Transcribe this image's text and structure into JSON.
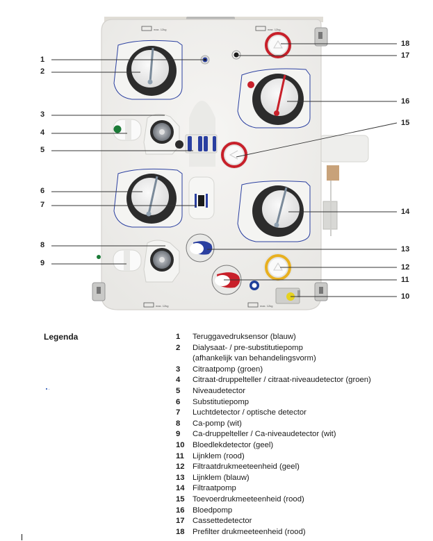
{
  "figure": {
    "description": "Front panel of a dialysis cassette device with numbered callouts",
    "panel_label": "max. 12kg",
    "callouts_left": [
      {
        "num": "1"
      },
      {
        "num": "2"
      },
      {
        "num": "3"
      },
      {
        "num": "4"
      },
      {
        "num": "5"
      },
      {
        "num": "6"
      },
      {
        "num": "7"
      },
      {
        "num": "8"
      },
      {
        "num": "9"
      }
    ],
    "callouts_right": [
      {
        "num": "18"
      },
      {
        "num": "17"
      },
      {
        "num": "16"
      },
      {
        "num": "15"
      },
      {
        "num": "14"
      },
      {
        "num": "13"
      },
      {
        "num": "12"
      },
      {
        "num": "11"
      },
      {
        "num": "10"
      }
    ],
    "colors": {
      "panel": "#f1f0ee",
      "blue": "#2a3fa0",
      "red": "#c8202a",
      "yellow": "#e8b020",
      "green": "#1a7a36",
      "pump_dark": "#2c2c2c"
    }
  },
  "legend": {
    "title": "Legenda",
    "items": [
      {
        "num": "1",
        "text": "Teruggavedruksensor (blauw)"
      },
      {
        "num": "2",
        "text": "Dialysaat- / pre-substitutiepomp"
      },
      {
        "num": "",
        "text": "(afhankelijk van behandelingsvorm)"
      },
      {
        "num": "3",
        "text": "Citraatpomp (groen)"
      },
      {
        "num": "4",
        "text": "Citraat-druppelteller / citraat-niveaudetector (groen)"
      },
      {
        "num": "5",
        "text": "Niveaudetector"
      },
      {
        "num": "6",
        "text": "Substitutiepomp"
      },
      {
        "num": "7",
        "text": "Luchtdetector / optische detector"
      },
      {
        "num": "8",
        "text": "Ca-pomp (wit)"
      },
      {
        "num": "9",
        "text": "Ca-druppelteller / Ca-niveaudetector (wit)"
      },
      {
        "num": "10",
        "text": "Bloedlekdetector (geel)"
      },
      {
        "num": "11",
        "text": "Lijnklem (rood)"
      },
      {
        "num": "12",
        "text": "Filtraatdrukmeeteenheid (geel)"
      },
      {
        "num": "13",
        "text": "Lijnklem (blauw)"
      },
      {
        "num": "14",
        "text": "Filtraatpomp"
      },
      {
        "num": "15",
        "text": "Toevoerdrukmeeteenheid (rood)"
      },
      {
        "num": "16",
        "text": "Bloedpomp"
      },
      {
        "num": "17",
        "text": "Cassettedetector"
      },
      {
        "num": "18",
        "text": "Prefilter drukmeeteenheid (rood)"
      }
    ]
  }
}
